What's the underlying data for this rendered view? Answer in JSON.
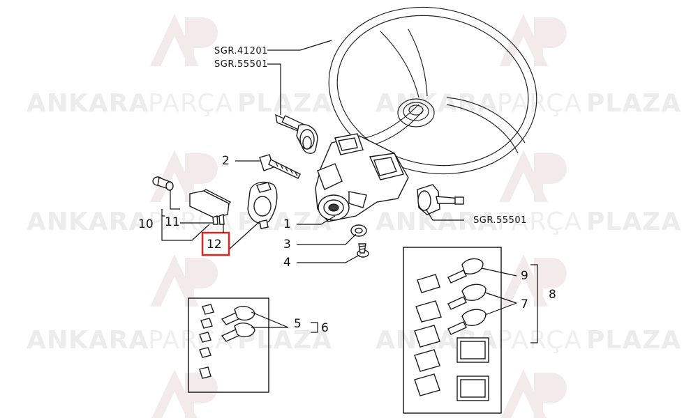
{
  "watermark": {
    "word_bold_1": "ANKARA",
    "word_light": "PARÇA",
    "word_bold_2": "PLAZA",
    "logo_icon": "ap-monogram-icon"
  },
  "references": {
    "steering_wheel_group": "SGR.41201",
    "left_stalk_group": "SGR.55501",
    "right_stalk_group": "SGR.55501"
  },
  "callouts": {
    "c1": "1",
    "c2": "2",
    "c3": "3",
    "c4": "4",
    "c5": "5",
    "c6": "6",
    "c7": "7",
    "c8": "8",
    "c9": "9",
    "c10": "10",
    "c11": "11",
    "c12": "12"
  },
  "highlight": {
    "callout": "12",
    "color": "#e02424"
  }
}
